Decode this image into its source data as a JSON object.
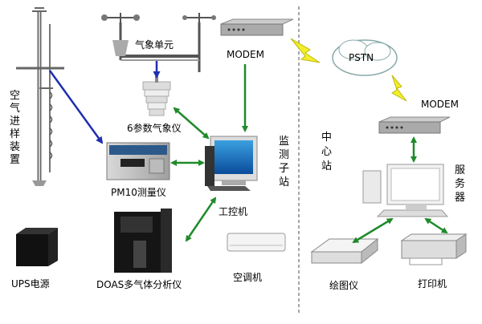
{
  "labels": {
    "weather_unit": "气象单元",
    "modem_top": "MODEM",
    "modem_right": "MODEM",
    "pstn": "PSTN",
    "sensor6": "6参数气象仪",
    "pm10": "PM10测量仪",
    "ipc": "工控机",
    "ups": "UPS电源",
    "doas": "DOAS多气体分析仪",
    "aircon": "空调机",
    "plotter": "绘图仪",
    "printer": "打印机"
  },
  "vertical_labels": {
    "air_intake": [
      "空",
      "气",
      "进",
      "样",
      "装",
      "置"
    ],
    "monitor_substation": [
      "监",
      "测",
      "子",
      "站"
    ],
    "center_station": [
      "中",
      "心",
      "站"
    ],
    "server": [
      "服",
      "务",
      "器"
    ]
  },
  "colors": {
    "green_arrow": "#1f8a2a",
    "blue_arrow": "#1e2fb0",
    "lightning": "#f2ee2a",
    "divider": "#888888"
  }
}
